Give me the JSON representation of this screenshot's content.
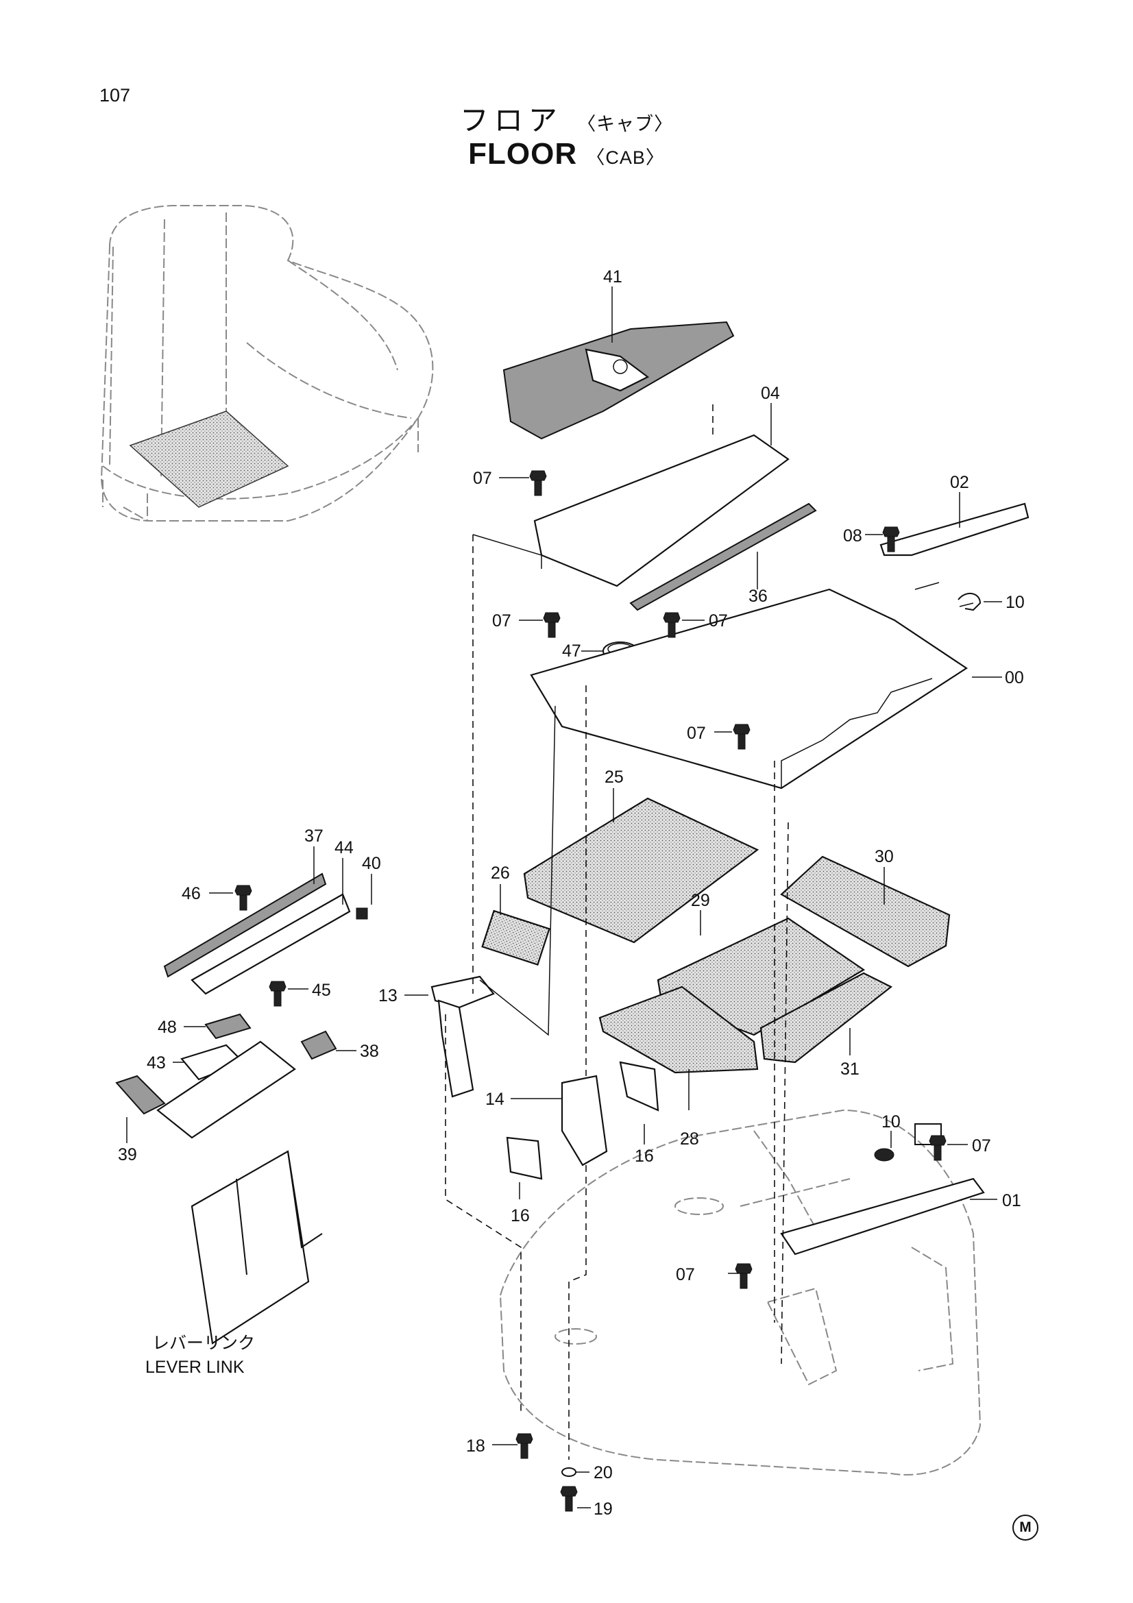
{
  "page_number": "107",
  "title": {
    "jp": "フロア",
    "jp_sub": "〈キャブ〉",
    "en": "FLOOR",
    "en_sub": "〈CAB〉"
  },
  "inset_caption": {
    "jp": "レバーリンク",
    "en": "LEVER LINK"
  },
  "parts": [
    {
      "id": "41",
      "name": "part-41"
    },
    {
      "id": "04",
      "name": "part-04"
    },
    {
      "id": "02",
      "name": "part-02"
    },
    {
      "id": "07",
      "name": "part-07-a"
    },
    {
      "id": "08",
      "name": "part-08"
    },
    {
      "id": "10",
      "name": "part-10-a"
    },
    {
      "id": "36",
      "name": "part-36"
    },
    {
      "id": "07",
      "name": "part-07-b"
    },
    {
      "id": "07",
      "name": "part-07-c"
    },
    {
      "id": "47",
      "name": "part-47"
    },
    {
      "id": "00",
      "name": "part-00"
    },
    {
      "id": "07",
      "name": "part-07-d"
    },
    {
      "id": "25",
      "name": "part-25"
    },
    {
      "id": "37",
      "name": "part-37"
    },
    {
      "id": "44",
      "name": "part-44"
    },
    {
      "id": "40",
      "name": "part-40"
    },
    {
      "id": "26",
      "name": "part-26"
    },
    {
      "id": "30",
      "name": "part-30"
    },
    {
      "id": "46",
      "name": "part-46"
    },
    {
      "id": "29",
      "name": "part-29"
    },
    {
      "id": "13",
      "name": "part-13"
    },
    {
      "id": "45",
      "name": "part-45"
    },
    {
      "id": "48",
      "name": "part-48"
    },
    {
      "id": "38",
      "name": "part-38"
    },
    {
      "id": "43",
      "name": "part-43"
    },
    {
      "id": "31",
      "name": "part-31"
    },
    {
      "id": "14",
      "name": "part-14"
    },
    {
      "id": "39",
      "name": "part-39"
    },
    {
      "id": "16",
      "name": "part-16-a"
    },
    {
      "id": "28",
      "name": "part-28"
    },
    {
      "id": "10",
      "name": "part-10-b"
    },
    {
      "id": "07",
      "name": "part-07-e"
    },
    {
      "id": "16",
      "name": "part-16-b"
    },
    {
      "id": "01",
      "name": "part-01"
    },
    {
      "id": "07",
      "name": "part-07-f"
    },
    {
      "id": "18",
      "name": "part-18"
    },
    {
      "id": "20",
      "name": "part-20"
    },
    {
      "id": "19",
      "name": "part-19"
    }
  ],
  "mark": "M"
}
